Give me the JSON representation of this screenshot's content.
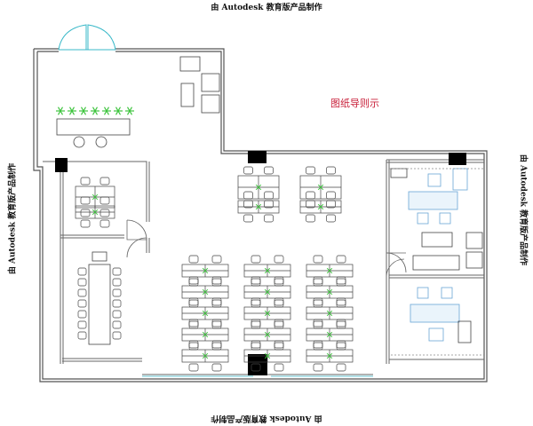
{
  "watermarks": {
    "top": "由 Autodesk 教育版产品制作",
    "bottom": "由 Autodesk 教育版产品制作",
    "left": "由 Autodesk 教育版产品制作",
    "right": "由 Autodesk 教育版产品制作"
  },
  "room_label": "图纸导则示",
  "colors": {
    "wall": "#555555",
    "furniture": "#444444",
    "plant": "#3ec43e",
    "glass_door": "#38b8c8",
    "manager_desk": "#9ec6e6",
    "pillar": "#000000",
    "room_label": "#c8203a"
  }
}
